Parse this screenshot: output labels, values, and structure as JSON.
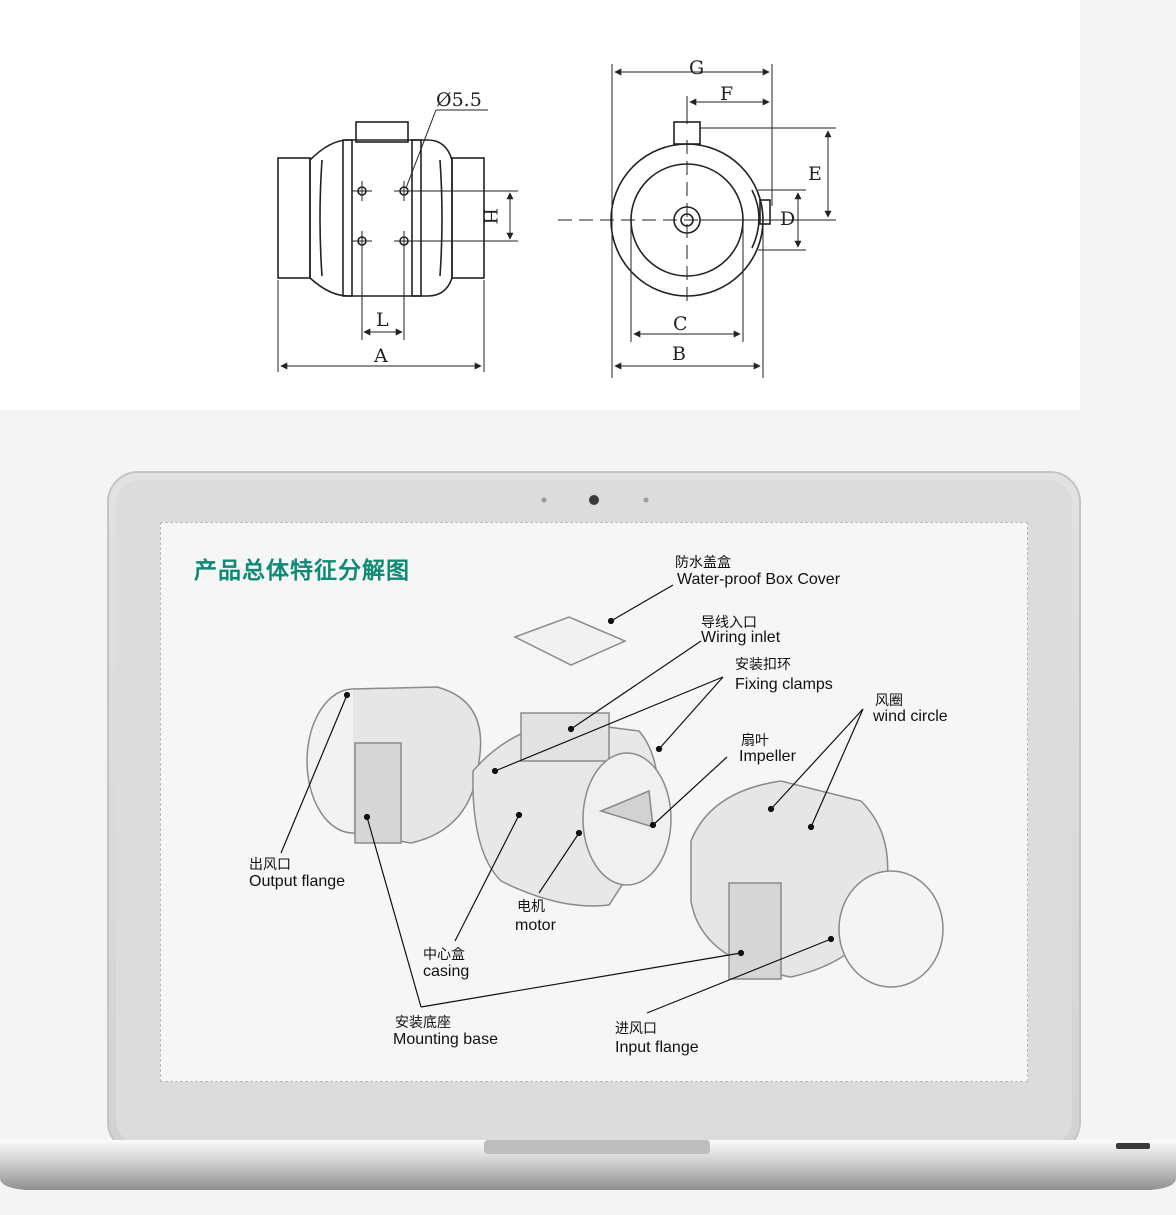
{
  "drawing": {
    "labels": {
      "hole_diameter": "Ø5.5",
      "A": "A",
      "L": "L",
      "H": "H",
      "G": "G",
      "F": "F",
      "E": "E",
      "D": "D",
      "C": "C",
      "B": "B"
    }
  },
  "screen": {
    "title": "产品总体特征分解图",
    "callouts": {
      "box_cover": {
        "cn": "防水盖盒",
        "en": "Water-proof Box Cover"
      },
      "wiring_inlet": {
        "cn": "导线入口",
        "en": "Wiring inlet"
      },
      "fixing_clamps": {
        "cn": "安装扣环",
        "en": "Fixing clamps"
      },
      "wind_circle": {
        "cn": "风圈",
        "en": "wind circle"
      },
      "impeller": {
        "cn": "扇叶",
        "en": "Impeller"
      },
      "output_flange": {
        "cn": "出风口",
        "en": "Output flange"
      },
      "motor": {
        "cn": "电机",
        "en": "motor"
      },
      "casing": {
        "cn": "中心盒",
        "en": "casing"
      },
      "mounting_base": {
        "cn": "安装底座",
        "en": "Mounting base"
      },
      "input_flange": {
        "cn": "进风口",
        "en": "Input flange"
      }
    }
  }
}
